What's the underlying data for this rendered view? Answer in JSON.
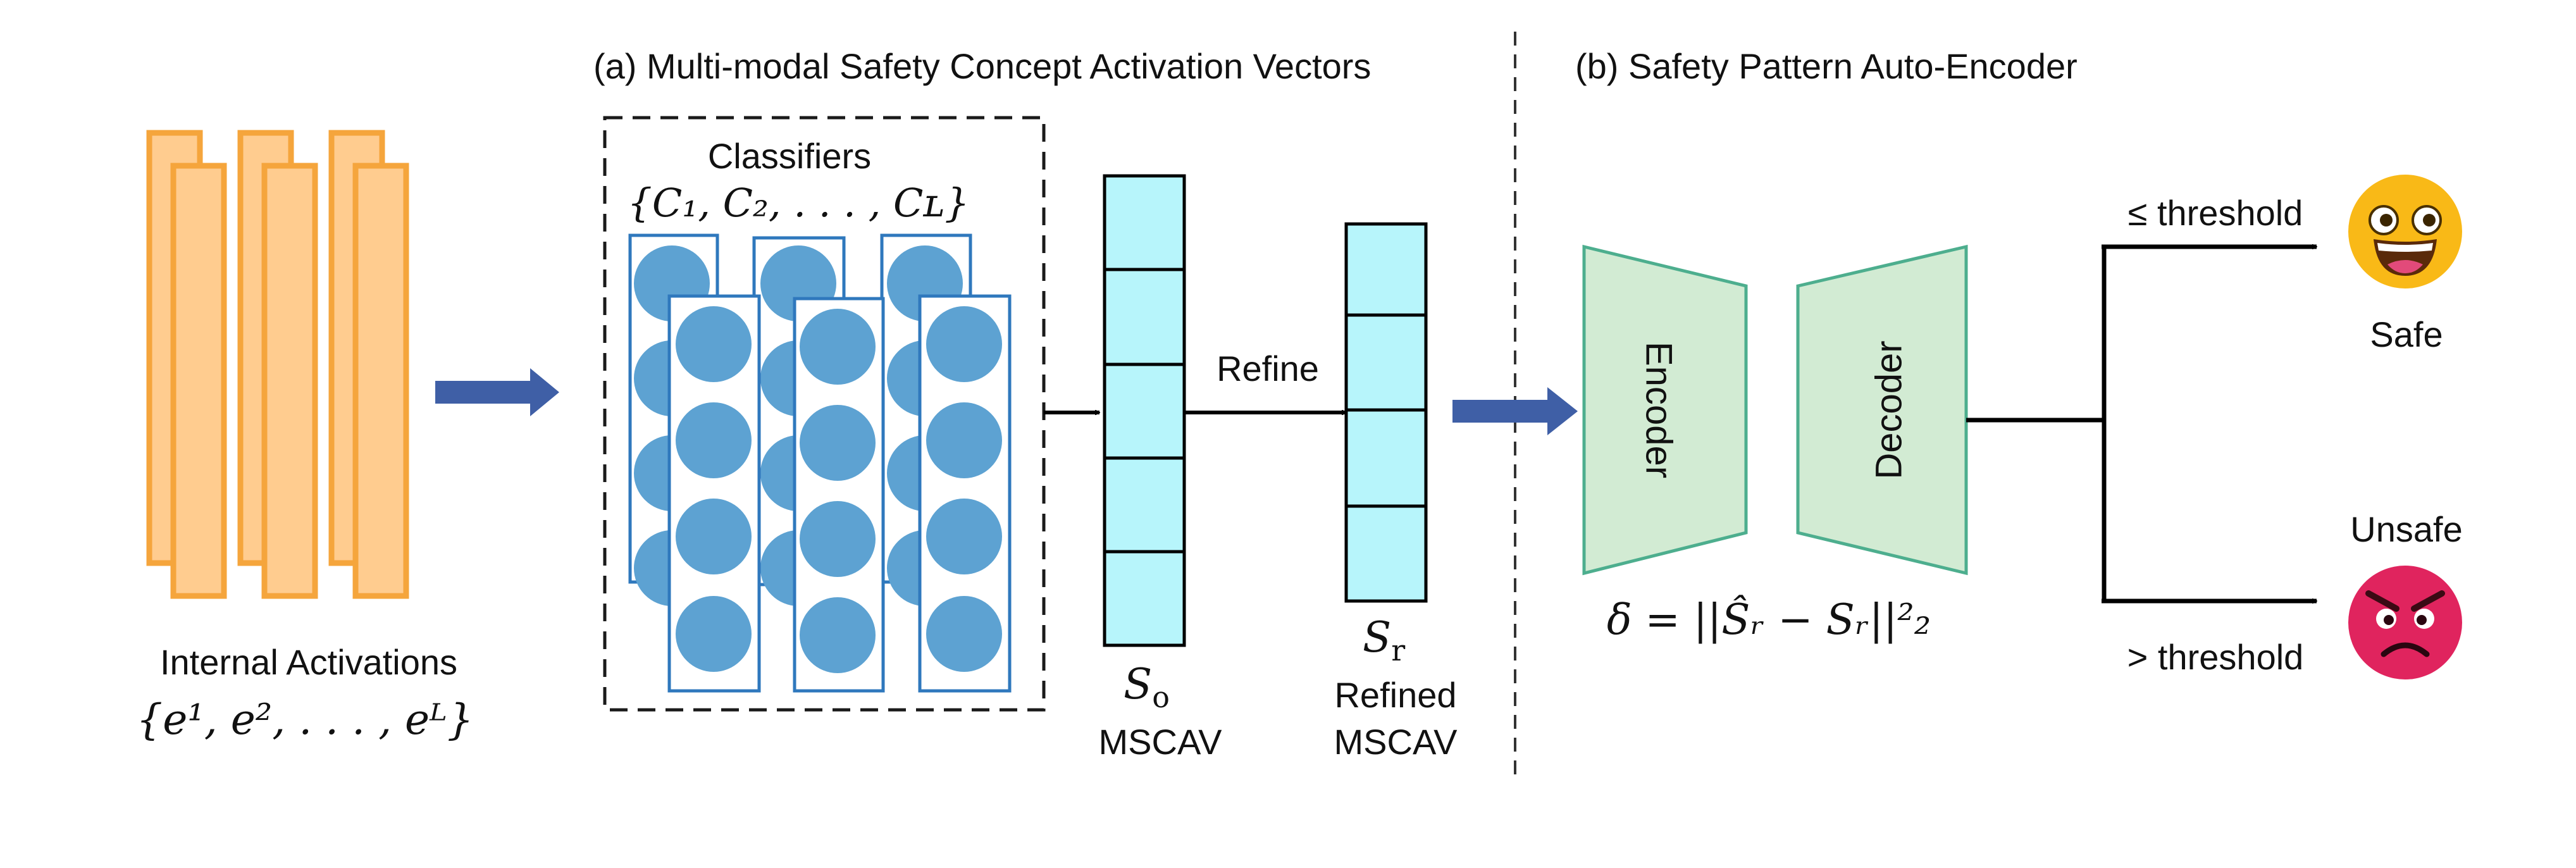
{
  "section_a": {
    "title": "(a) Multi-modal Safety Concept Activation Vectors"
  },
  "section_b": {
    "title": "(b) Safety Pattern Auto-Encoder"
  },
  "activations": {
    "label": "Internal Activations",
    "set": "{e¹, e², . . . , eᴸ}"
  },
  "classifiers": {
    "label": "Classifiers",
    "set": "{C₁, C₂, . . . , Cʟ}"
  },
  "s_original": {
    "symbol": "S",
    "subscript": "o",
    "label": "MSCAV"
  },
  "refine": {
    "label": "Refine"
  },
  "s_refined": {
    "symbol": "S",
    "subscript": "r",
    "label_line1": "Refined",
    "label_line2": "MSCAV"
  },
  "encoder": {
    "label": "Encoder"
  },
  "decoder": {
    "label": "Decoder"
  },
  "loss": {
    "formula": "δ = ||Ŝᵣ − Sᵣ||²₂"
  },
  "outcomes": {
    "safe_condition": "≤ threshold",
    "safe_label": "Safe",
    "unsafe_condition": "> threshold",
    "unsafe_label": "Unsafe"
  },
  "colors": {
    "activation_fill": "#FFCC8F",
    "activation_stroke": "#F5A53C",
    "circle_fill": "#5DA2D2",
    "classifier_stroke": "#2F78BD",
    "vector_fill": "#B7F5FB",
    "ae_fill": "#D2EBD3",
    "ae_stroke": "#4DAE8E",
    "arrow_blue": "#3F5FA6",
    "safe_face": "#F9B917",
    "unsafe_face": "#E0245E"
  }
}
